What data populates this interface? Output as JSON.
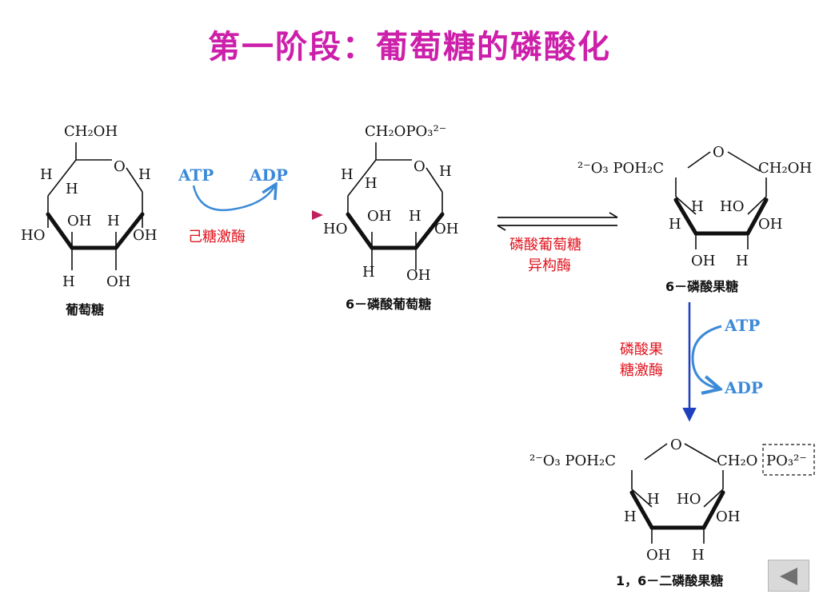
{
  "title": "第一阶段：葡萄糖的磷酸化",
  "glucose": {
    "top_group": "CH₂OH",
    "ring_O": "O",
    "H1": "H",
    "H2": "H",
    "H3": "H",
    "OH1": "OH",
    "H4": "H",
    "OH2": "OH",
    "HO": "HO",
    "bottom_H": "H",
    "bottom_OH": "OH",
    "name": "葡萄糖"
  },
  "reaction1": {
    "atp": "ATP",
    "adp": "ADP",
    "enzyme": "己糖激酶"
  },
  "g6p": {
    "top_group": "CH₂OPO₃²⁻",
    "ring_O": "O",
    "H1": "H",
    "H2": "H",
    "H3": "H",
    "OH1": "OH",
    "H4": "H",
    "OH2": "OH",
    "HO": "HO",
    "bottom_H": "H",
    "bottom_OH": "OH",
    "name": "6－磷酸葡萄糖"
  },
  "reaction2": {
    "enzyme_line1": "磷酸葡萄糖",
    "enzyme_line2": "异构酶"
  },
  "f6p": {
    "left_group": "²⁻O₃ POH₂C",
    "ring_O": "O",
    "right_group": "CH₂OH",
    "H1": "H",
    "HO": "HO",
    "H2": "H",
    "OH1": "OH",
    "bottom_OH": "OH",
    "bottom_H": "H",
    "name": "6－磷酸果糖"
  },
  "reaction3": {
    "atp": "ATP",
    "adp": "ADP",
    "enzyme_line1": "磷酸果",
    "enzyme_line2": "糖激酶"
  },
  "f16bp": {
    "left_group": "²⁻O₃ POH₂C",
    "ring_O": "O",
    "right_group_a": "CH₂O",
    "right_group_b": "PO₃²⁻",
    "H1": "H",
    "HO": "HO",
    "H2": "H",
    "OH1": "OH",
    "bottom_OH": "OH",
    "bottom_H": "H",
    "name": "1，6－二磷酸果糖"
  },
  "colors": {
    "title": "#cc1faa",
    "cofactor": "#3b8ad8",
    "enzyme": "#e0141e",
    "arrow_blue": "#1f3fbf"
  },
  "nav": {
    "icon": "back-arrow-icon"
  }
}
